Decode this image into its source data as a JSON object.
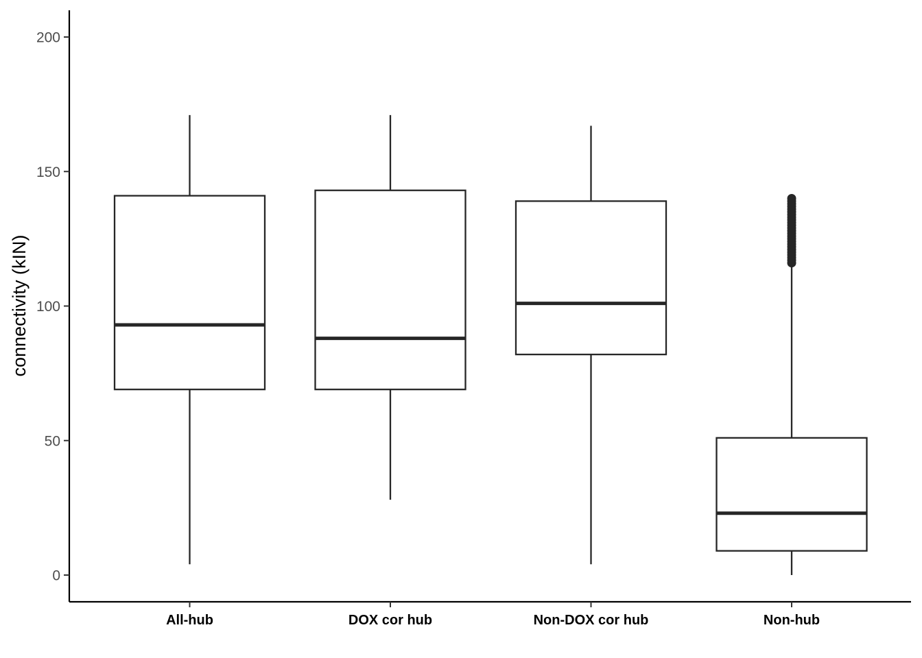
{
  "chart_data": {
    "type": "box",
    "title": "",
    "xlabel": "",
    "ylabel": "connectivity (kIN)",
    "ylim": [
      -10,
      210
    ],
    "yticks": [
      0,
      50,
      100,
      150,
      200
    ],
    "grid": false,
    "legend": "none",
    "categories": [
      "All-hub",
      "DOX cor hub",
      "Non-DOX cor hub",
      "Non-hub"
    ],
    "boxes": [
      {
        "category": "All-hub",
        "whisker_low": 4,
        "q1": 69,
        "median": 93,
        "q3": 141,
        "whisker_high": 171,
        "outliers": []
      },
      {
        "category": "DOX cor hub",
        "whisker_low": 28,
        "q1": 69,
        "median": 88,
        "q3": 143,
        "whisker_high": 171,
        "outliers": []
      },
      {
        "category": "Non-DOX cor hub",
        "whisker_low": 4,
        "q1": 82,
        "median": 101,
        "q3": 139,
        "whisker_high": 167,
        "outliers": []
      },
      {
        "category": "Non-hub",
        "whisker_low": 0,
        "q1": 9,
        "median": 23,
        "q3": 51,
        "whisker_high": 115,
        "outliers": [
          116,
          117,
          118,
          119,
          120,
          121,
          122,
          123,
          124,
          125,
          126,
          127,
          128,
          129,
          130,
          131,
          132,
          133,
          134,
          135,
          136,
          137,
          138,
          139,
          140
        ]
      }
    ],
    "colors": {
      "box_stroke": "#262626",
      "box_fill": "#ffffff",
      "axis": "#000000",
      "tick_text_y": "#4d4d4d",
      "tick_text_x": "#000000"
    }
  }
}
